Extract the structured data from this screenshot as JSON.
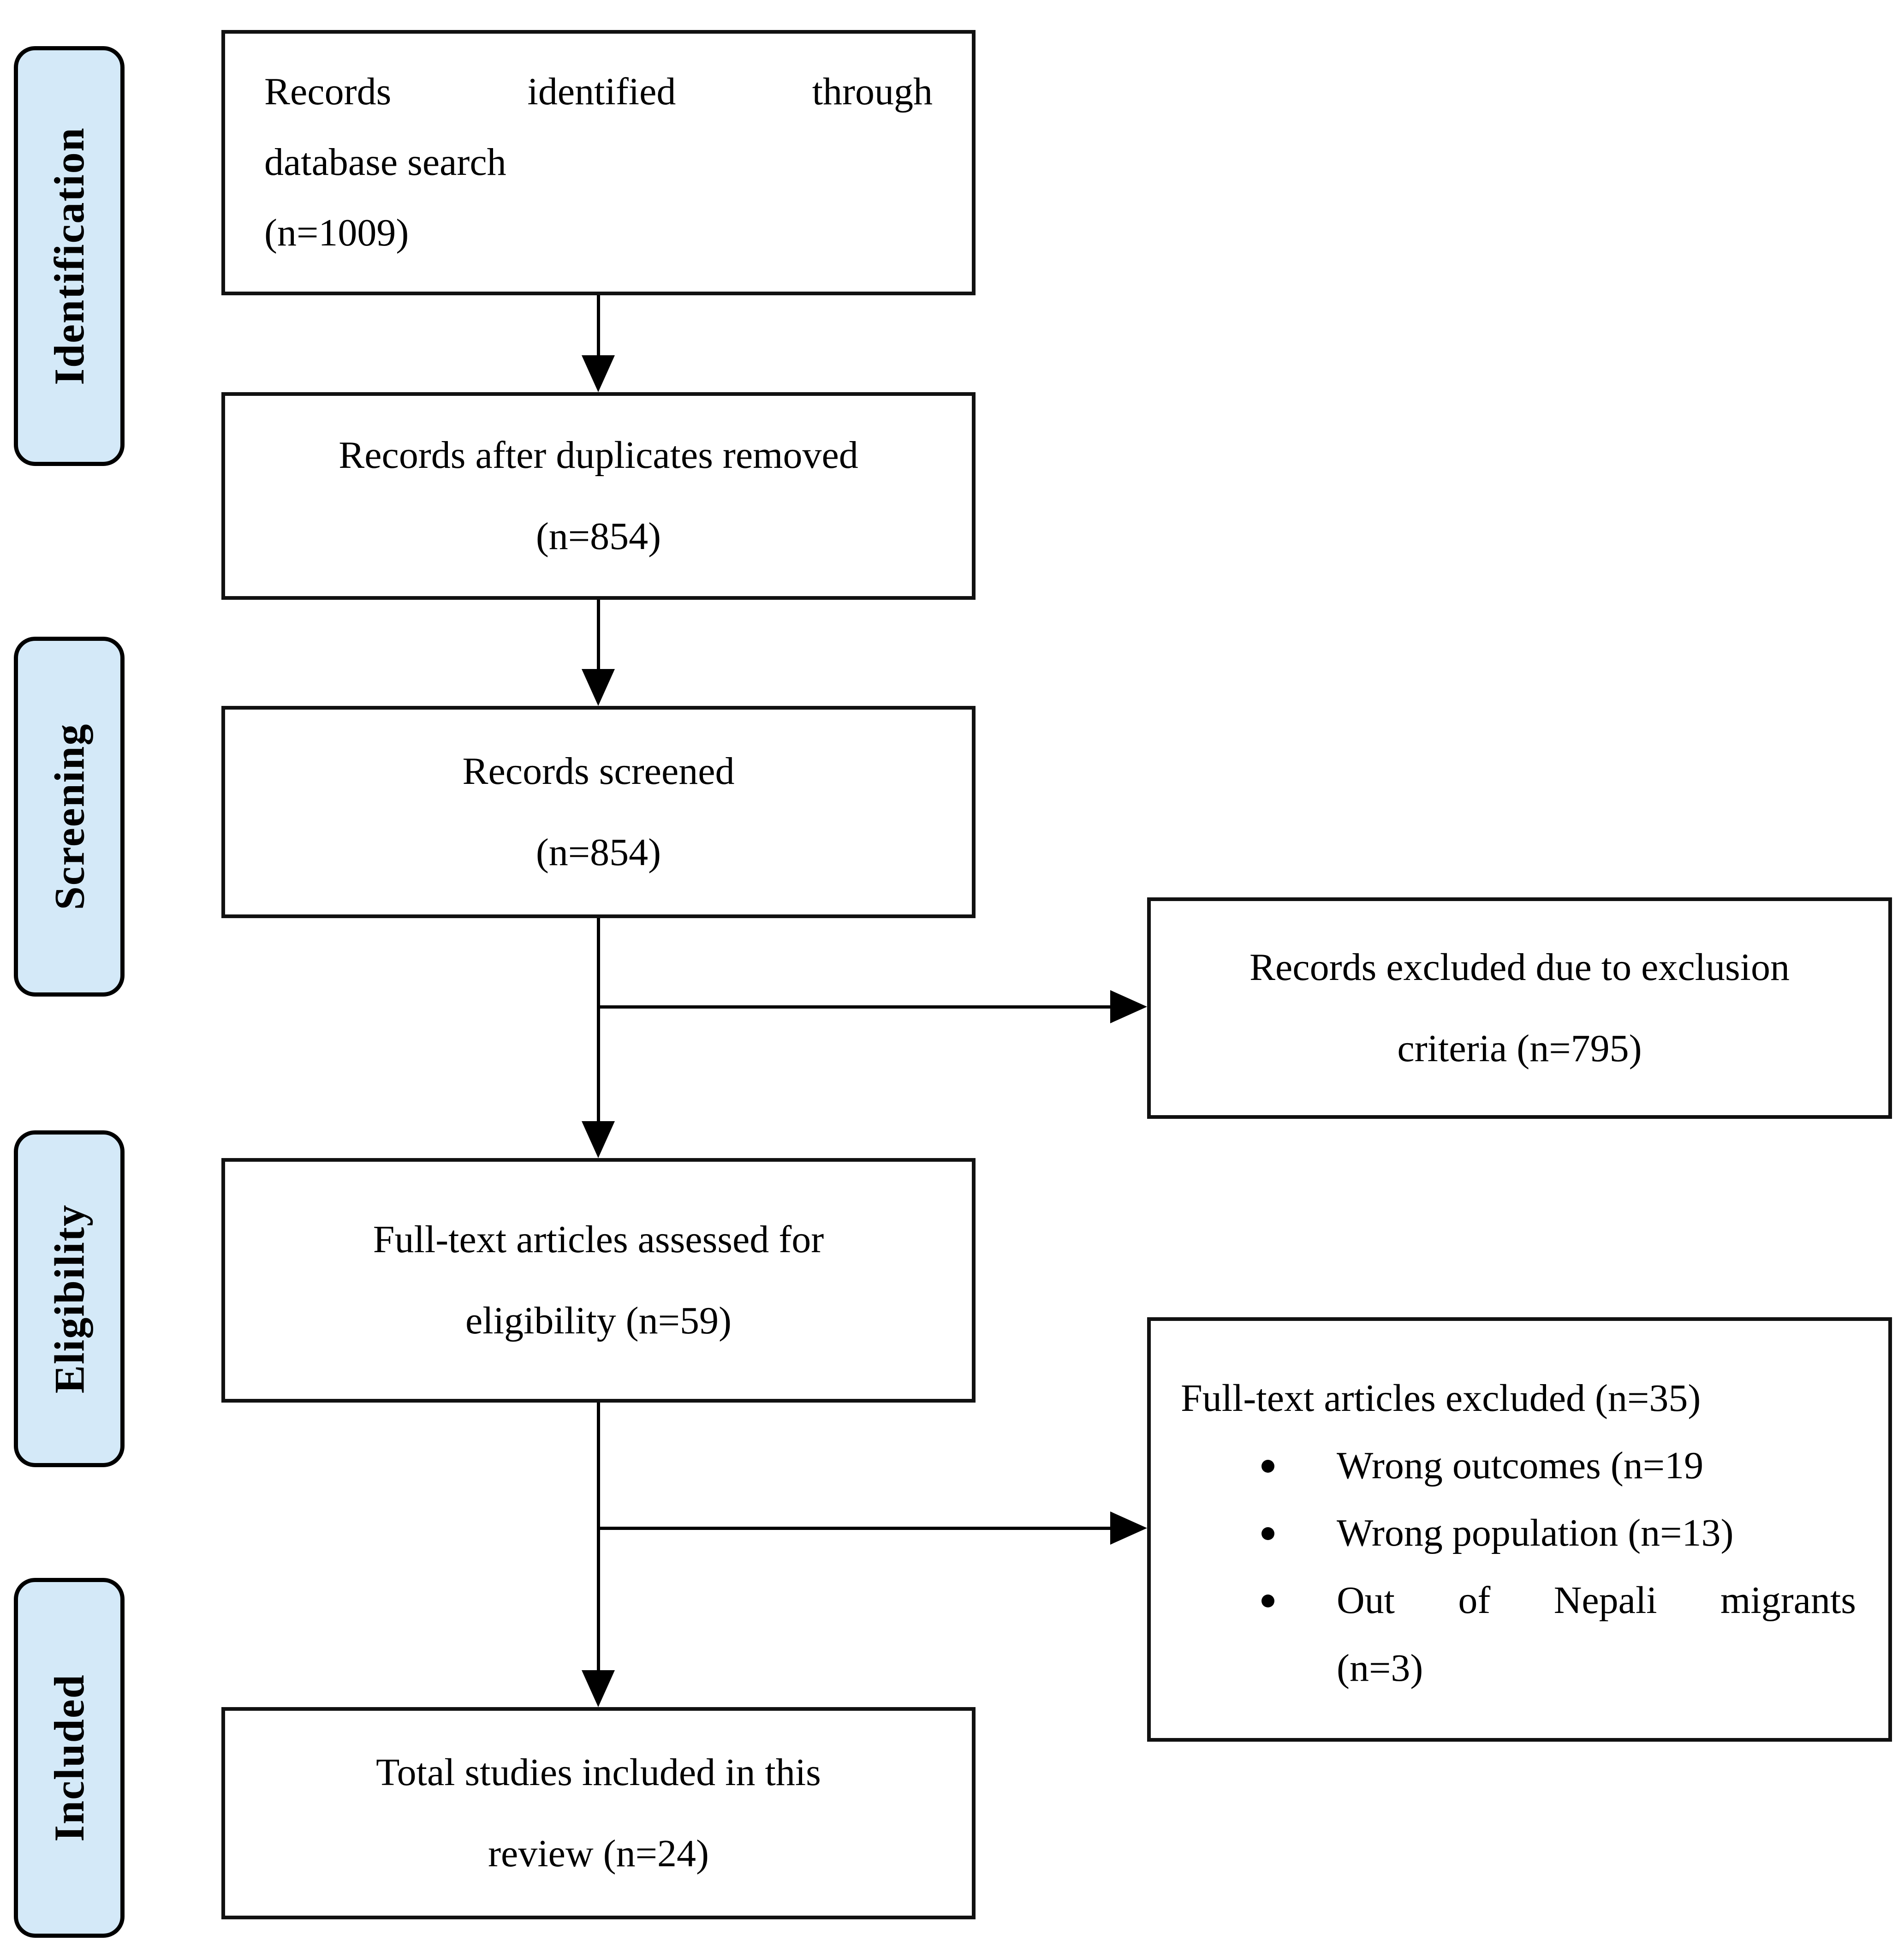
{
  "stages": {
    "identification": "Identification",
    "screening": "Screening",
    "eligibility": "Eligibility",
    "included": "Included"
  },
  "flow_boxes": {
    "identified": {
      "line1_words": [
        "Records",
        "identified",
        "through"
      ],
      "line2": "database search",
      "line3": "(n=1009)"
    },
    "duplicates_removed": {
      "line1": "Records after duplicates removed",
      "line2": "(n=854)"
    },
    "screened": {
      "line1": "Records screened",
      "line2": "(n=854)"
    },
    "fulltext_assessed": {
      "line1": "Full-text articles assessed for",
      "line2": "eligibility (n=59)"
    },
    "included_total": {
      "line1": "Total studies included in this",
      "line2": "review (n=24)"
    }
  },
  "exclusion_boxes": {
    "records_excluded": {
      "line1": "Records excluded due to exclusion",
      "line2": "criteria (n=795)"
    },
    "fulltext_excluded": {
      "heading": "Full-text articles excluded (n=35)",
      "bullet1": "Wrong outcomes (n=19",
      "bullet2": "Wrong population (n=13)",
      "bullet3_line1_words": [
        "Out",
        "of",
        "Nepali",
        "migrants"
      ],
      "bullet3_line2": "(n=3)"
    }
  },
  "colors": {
    "stage_fill": "#d4e9f8",
    "stage_border": "#000000",
    "box_fill": "#ffffff",
    "box_border": "#111111",
    "arrow": "#000000",
    "text": "#000000"
  }
}
